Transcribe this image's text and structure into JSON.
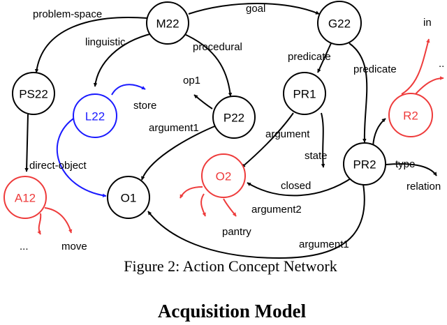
{
  "colors": {
    "black": "#000000",
    "blue": "#1a1aff",
    "red": "#ee3b3b"
  },
  "nodes": {
    "M22": "M22",
    "G22": "G22",
    "PS22": "PS22",
    "L22": "L22",
    "P22": "P22",
    "PR1": "PR1",
    "R2": "R2",
    "PR2": "PR2",
    "A12": "A12",
    "O1": "O1",
    "O2": "O2"
  },
  "labels": {
    "problem_space": "problem-space",
    "goal": "goal",
    "linguistic": "linguistic",
    "procedural": "procedural",
    "predicate_1": "predicate",
    "predicate_2": "predicate",
    "store": "store",
    "op1": "op1",
    "argument1_p22": "argument1",
    "argument": "argument",
    "state": "state",
    "closed": "closed",
    "direct_object": "direct-object",
    "type": "type",
    "relation": "relation",
    "in": "in",
    "ellipsis_r2": "..",
    "argument2": "argument2",
    "pantry": "pantry",
    "ellipsis_a12": "...",
    "move": "move",
    "argument1_pr2": "argument1"
  },
  "caption": "Figure 2: Action Concept Network",
  "heading": "Acquisition Model"
}
